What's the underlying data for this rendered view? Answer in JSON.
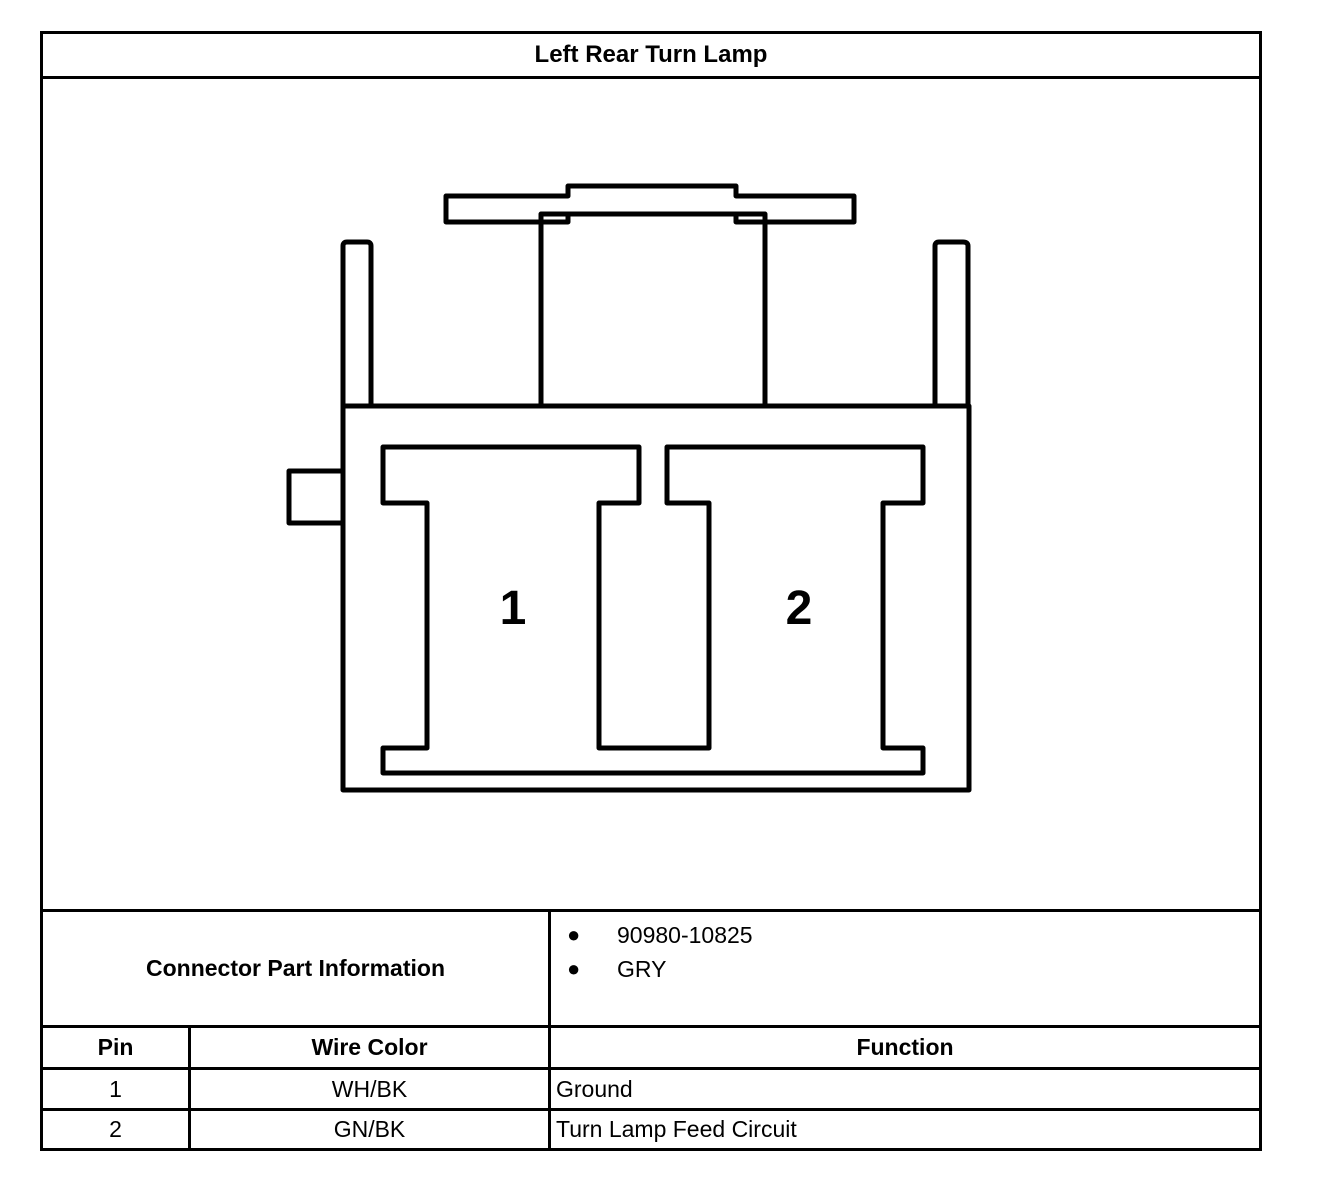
{
  "title": "Left Rear Turn Lamp",
  "connector": {
    "pin_labels": [
      "1",
      "2"
    ]
  },
  "part_info": {
    "label": "Connector Part Information",
    "items": [
      "90980-10825",
      "GRY"
    ]
  },
  "table": {
    "headers": {
      "pin": "Pin",
      "wire_color": "Wire Color",
      "function": "Function"
    },
    "rows": [
      {
        "pin": "1",
        "wire_color": "WH/BK",
        "function": "Ground"
      },
      {
        "pin": "2",
        "wire_color": "GN/BK",
        "function": "Turn Lamp Feed Circuit"
      }
    ]
  }
}
